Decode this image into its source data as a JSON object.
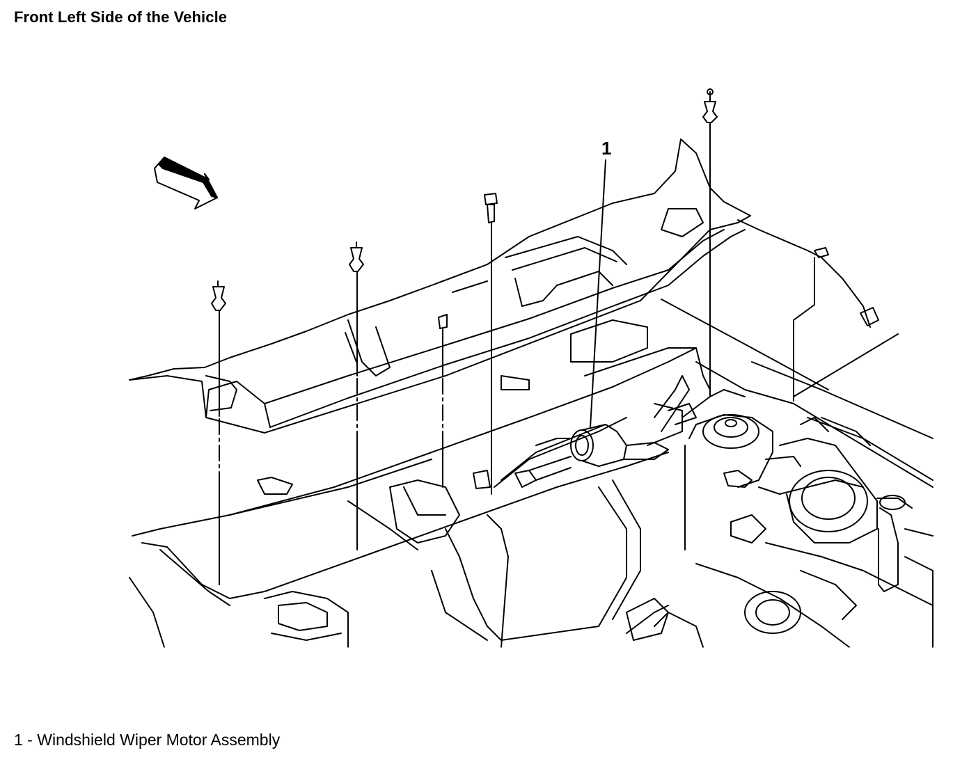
{
  "title": "Front Left Side of the Vehicle",
  "callouts": [
    {
      "number": "1"
    }
  ],
  "legend": [
    {
      "number": "1",
      "separator": " - ",
      "label": "Windshield Wiper Motor Assembly"
    }
  ]
}
